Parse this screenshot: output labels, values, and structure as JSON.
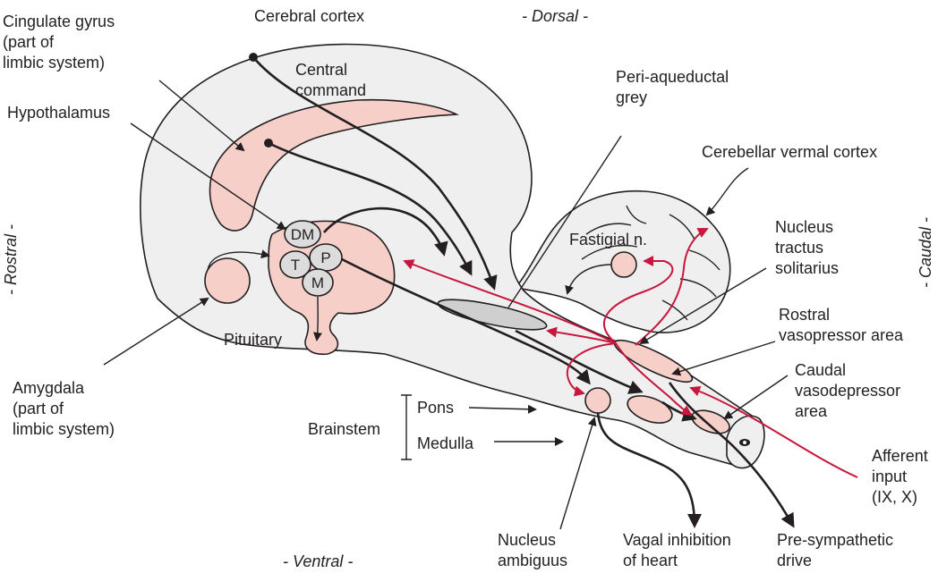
{
  "colors": {
    "brain_fill": "#efefef",
    "pink_region": "#f6cfc9",
    "red_pathway": "#c8163c",
    "black_pathway": "#231f20"
  },
  "orientation": {
    "dorsal": "- Dorsal -",
    "ventral": "- Ventral -",
    "rostral": "- Rostral -",
    "caudal": "- Caudal -"
  },
  "labels": {
    "cingulate_1": "Cingulate gyrus",
    "cingulate_2": "(part of",
    "cingulate_3": "limbic system)",
    "cerebral_cortex": "Cerebral cortex",
    "central_command_1": "Central",
    "central_command_2": "command",
    "hypothalamus": "Hypothalamus",
    "pag_1": "Peri-aqueductal",
    "pag_2": "grey",
    "cerebellar_vermal": "Cerebellar vermal cortex",
    "fastigial": "Fastigial n.",
    "nts_1": "Nucleus",
    "nts_2": "tractus",
    "nts_3": "solitarius",
    "rvla_1": "Rostral",
    "rvla_2": "vasopressor area",
    "cvla_1": "Caudal",
    "cvla_2": "vasodepressor",
    "cvla_3": "area",
    "afferent_1": "Afferent",
    "afferent_2": "input",
    "afferent_3": "(IX, X)",
    "amygdala_1": "Amygdala",
    "amygdala_2": "(part of",
    "amygdala_3": "limbic system)",
    "pituitary": "Pituitary",
    "brainstem": "Brainstem",
    "pons": "Pons",
    "medulla": "Medulla",
    "nucleus_ambiguus_1": "Nucleus",
    "nucleus_ambiguus_2": "ambiguus",
    "vagal_1": "Vagal inhibition",
    "vagal_2": "of heart",
    "presym_1": "Pre-sympathetic",
    "presym_2": "drive"
  },
  "hypothalamic_nuclei": {
    "dm": "DM",
    "t": "T",
    "p": "P",
    "m": "M"
  }
}
